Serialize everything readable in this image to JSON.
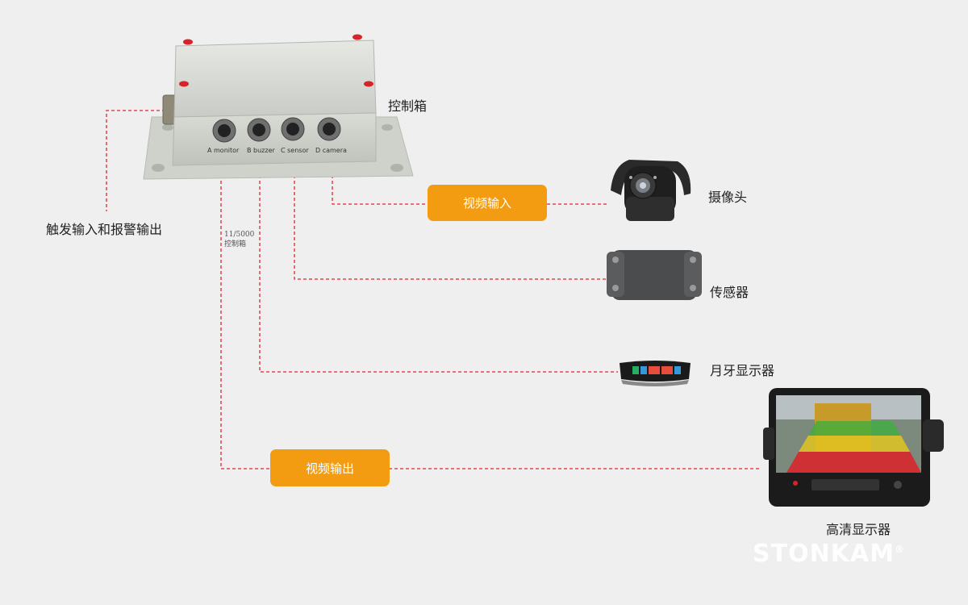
{
  "labels": {
    "control_box": "控制箱",
    "trigger_io": "触发输入和报警输出",
    "camera": "摄像头",
    "sensor": "传感器",
    "tooth_display": "月牙显示器",
    "hd_display": "高清显示器"
  },
  "pills": {
    "video_in": "视频输入",
    "video_out": "视频输出"
  },
  "ports": [
    "A monitor",
    "B buzzer",
    "C sensor",
    "D camera"
  ],
  "model": {
    "number": "11/5000",
    "name": "控制箱"
  },
  "brand": {
    "name": "STONKAM",
    "mark": "®"
  },
  "colors": {
    "pill": "#f39c12",
    "dash": "#e0262a",
    "background": "#efefef"
  }
}
